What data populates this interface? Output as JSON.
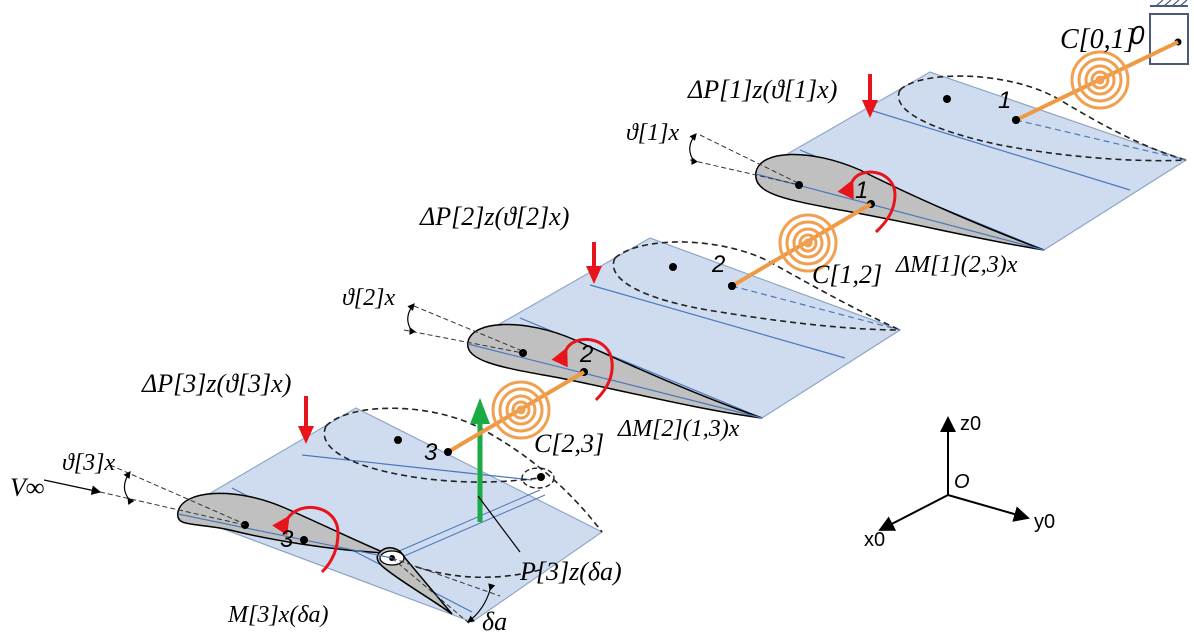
{
  "segments": [
    {
      "number": "1",
      "force": "ΔP[1]z(ϑ[1]x)",
      "angle": "ϑ[1]x",
      "moment": "ΔM[1](2,3)x"
    },
    {
      "number": "2",
      "force": "ΔP[2]z(ϑ[2]x)",
      "angle": "ϑ[2]x",
      "moment": "ΔM[2](1,3)x"
    },
    {
      "number": "3",
      "force": "ΔP[3]z(ϑ[3]x)",
      "angle": "ϑ[3]x",
      "moment": "M[3]x(δa)"
    }
  ],
  "springs": [
    "C[0,1]",
    "C[1,2]",
    "C[2,3]"
  ],
  "root_node": "0",
  "control_force": "P[3]z(δa)",
  "flap_angle": "δa",
  "freestream": "V∞",
  "axes": {
    "origin": "O",
    "x": "x0",
    "y": "y0",
    "z": "z0"
  },
  "colors": {
    "panel_fill": "#cfdcef",
    "panel_edge": "#8fa6c6",
    "section_fill": "#c0c0c0",
    "spring": "#f0a050",
    "rod": "#ee9a45",
    "force_arrow": "#e8141c",
    "control_arrow": "#1aab44",
    "axis_line": "#4b78bd"
  }
}
